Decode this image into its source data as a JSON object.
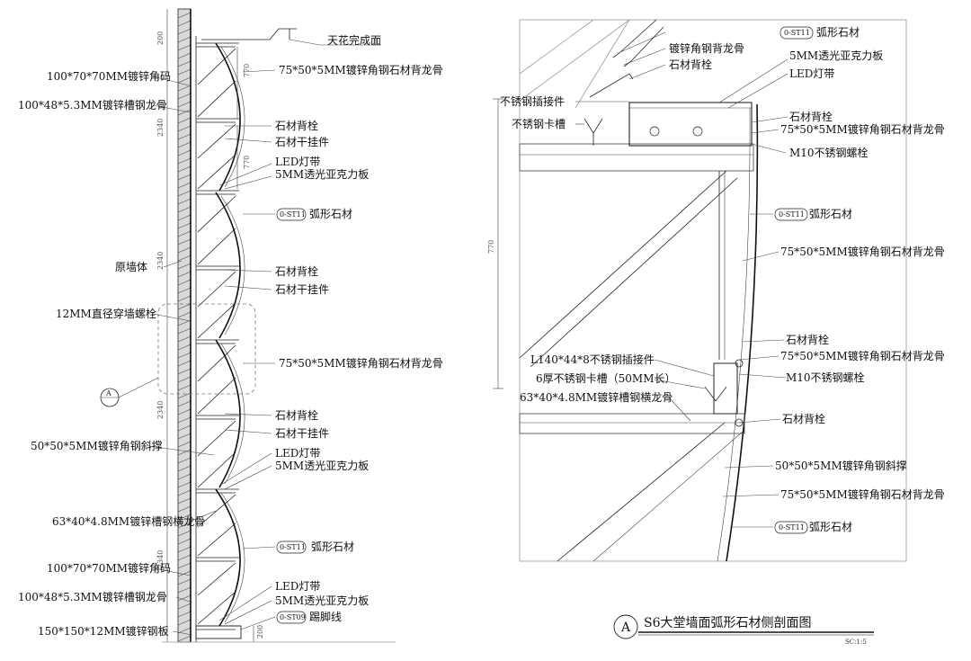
{
  "left_section": {
    "labels_left": [
      "100*70*70MM镀锌角码",
      "100*48*5.3MM镀锌槽钢龙骨",
      "原墙体",
      "12MM直径穿墙螺栓",
      "50*50*5MM镀锌角钢斜撑",
      "63*40*4.8MM镀锌槽钢横龙骨",
      "100*70*70MM镀锌角码",
      "100*48*5.3MM镀锌槽钢龙骨",
      "150*150*12MM镀锌钢板"
    ],
    "labels_right": [
      "天花完成面",
      "75*50*5MM镀锌角钢石材背龙骨",
      "石材背栓",
      "石材干挂件",
      "LED灯带",
      "5MM透光亚克力板",
      "弧形石材",
      "石材背栓",
      "石材干挂件",
      "75*50*5MM镀锌角钢石材背龙骨",
      "石材背栓",
      "石材干挂件",
      "LED灯带",
      "5MM透光亚克力板",
      "弧形石材",
      "LED灯带",
      "5MM透光亚克力板",
      "踢脚线"
    ],
    "tags": [
      "0-ST11",
      "0-ST11",
      "0-ST09"
    ],
    "dims": [
      "200",
      "2340",
      "2340",
      "2340",
      "2340",
      "770",
      "770",
      "200"
    ],
    "section_marker": "A"
  },
  "right_section": {
    "labels_left": [
      "不锈钢插接件",
      "不锈钢卡槽",
      "L140*44*8不锈钢插接件",
      "6厚不锈钢卡槽（50MM长）",
      "63*40*4.8MM镀锌槽钢横龙骨"
    ],
    "labels_right": [
      "弧形石材",
      "镀锌角钢背龙骨",
      "石材背栓",
      "5MM透光亚克力板",
      "LED灯带",
      "石材背栓",
      "75*50*5MM镀锌角钢石材背龙骨",
      "M10不锈钢螺栓",
      "弧形石材",
      "75*50*5MM镀锌角钢石材背龙骨",
      "石材背栓",
      "75*50*5MM镀锌角钢石材背龙骨",
      "M10不锈钢螺栓",
      "石材背栓",
      "50*50*5MM镀锌角钢斜撑",
      "75*50*5MM镀锌角钢石材背龙骨",
      "弧形石材"
    ],
    "tags": [
      "0-ST11",
      "0-ST11",
      "0-ST11"
    ],
    "dims": [
      "770"
    ]
  },
  "title": {
    "marker": "A",
    "text": "S6大堂墙面弧形石材侧剖面图",
    "scale": "SC:1:5"
  }
}
